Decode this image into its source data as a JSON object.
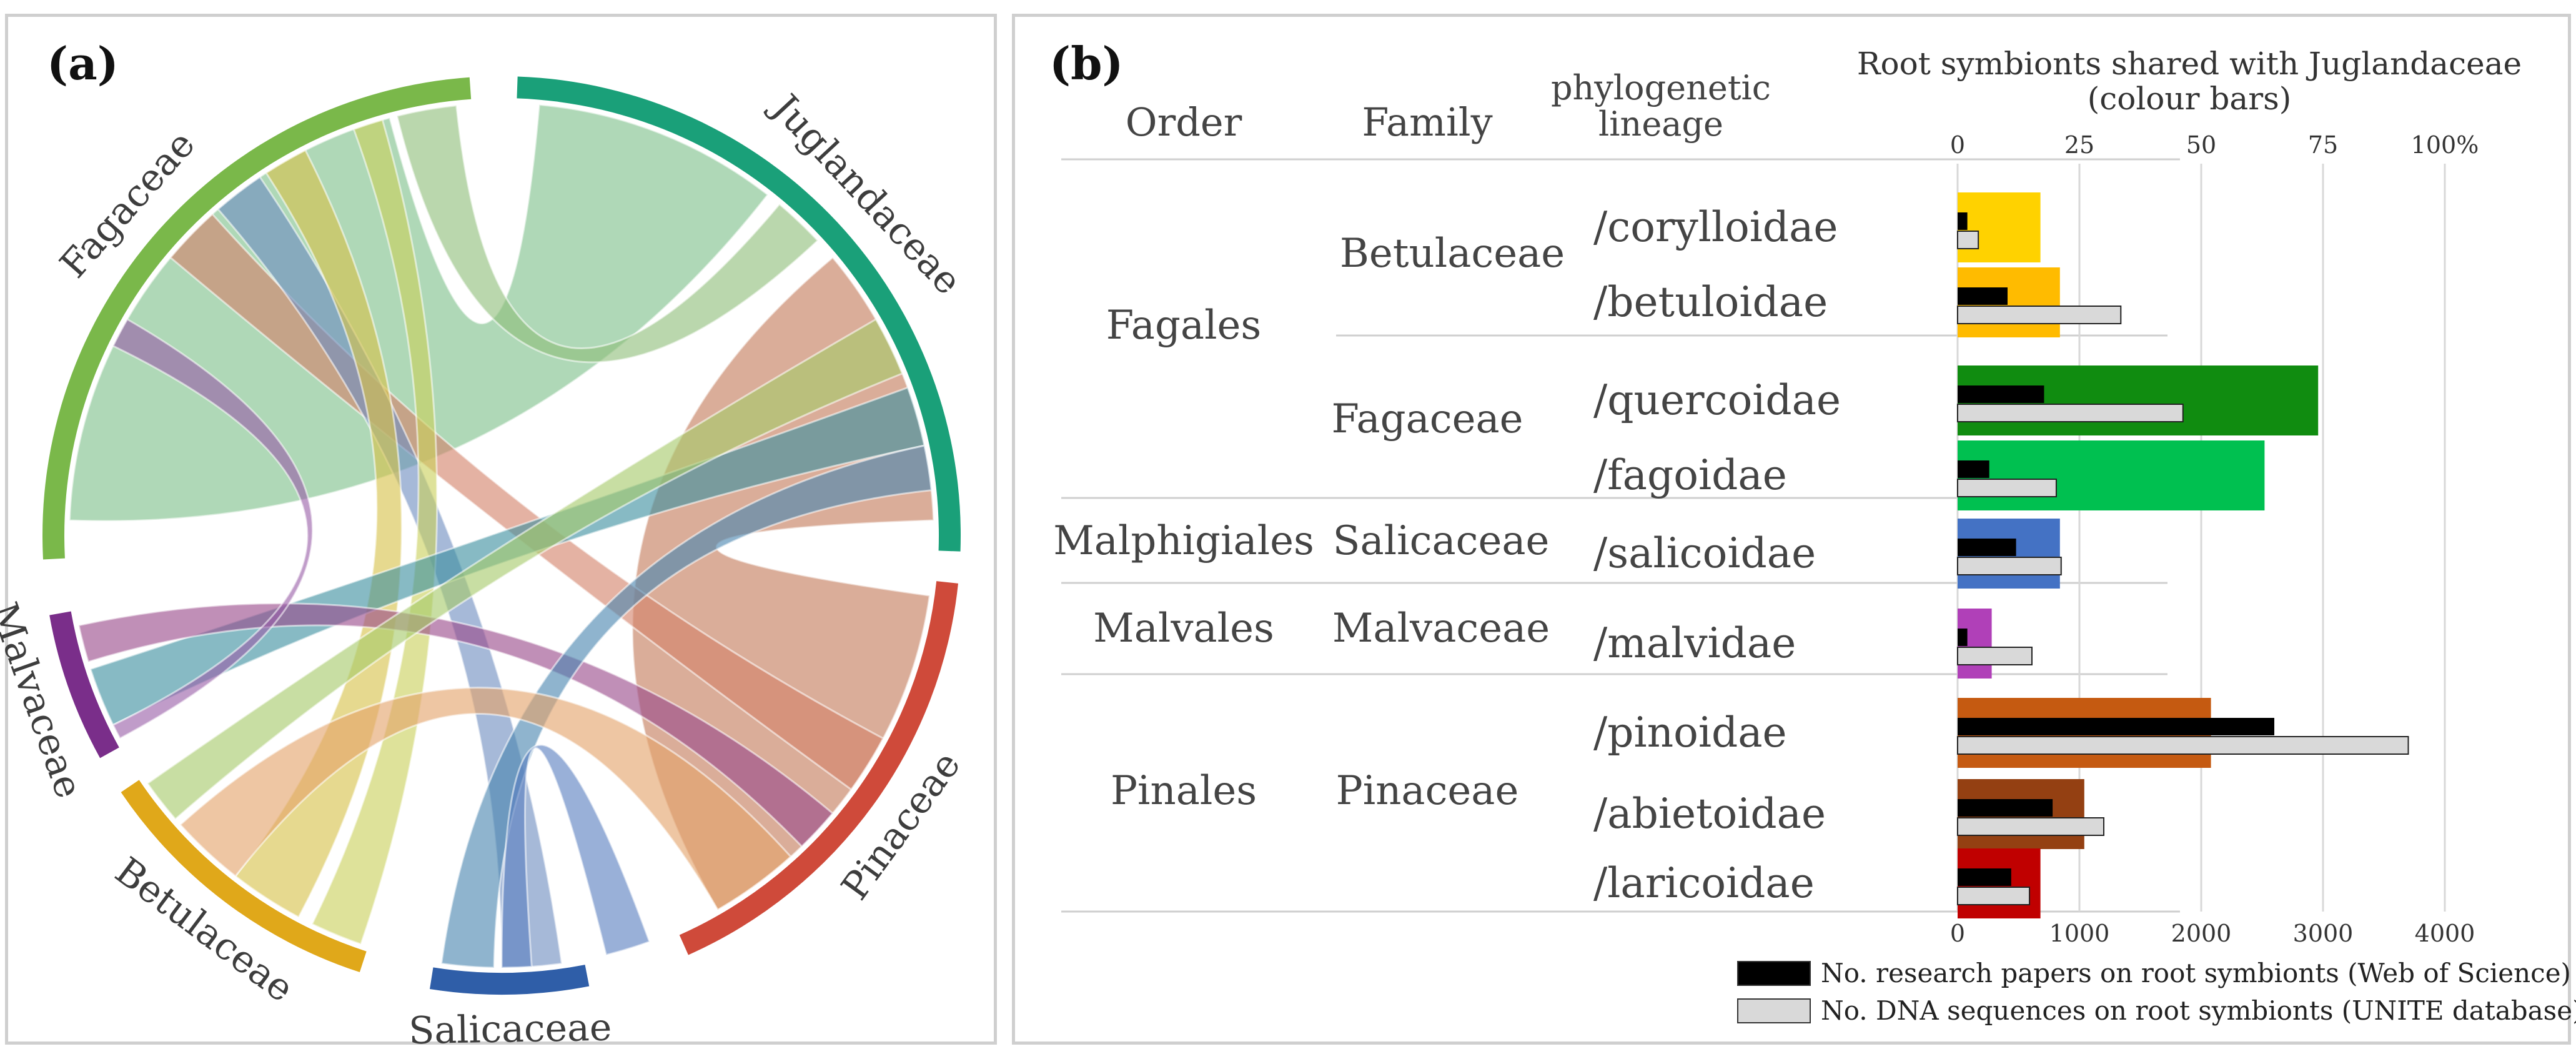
{
  "panel_a": {
    "label": "(a)",
    "chord": {
      "groups": [
        {
          "name": "Juglandaceae",
          "color": "#1aa079",
          "start": 2,
          "end": 92
        },
        {
          "name": "Pinaceae",
          "color": "#cf4a3a",
          "start": 96,
          "end": 156
        },
        {
          "name": "Salicaceae",
          "color": "#2f5ea8",
          "start": 169,
          "end": 189
        },
        {
          "name": "Betulaceae",
          "color": "#e0a81a",
          "start": 198,
          "end": 236
        },
        {
          "name": "Malvaceae",
          "color": "#7a2e8a",
          "start": 241,
          "end": 260
        },
        {
          "name": "Fagaceae",
          "color": "#7ab84a",
          "start": 267,
          "end": 356
        }
      ],
      "links": [
        {
          "a": [
            272,
            345
          ],
          "b": [
            5,
            38
          ],
          "color": "#7ec08a"
        },
        {
          "a": [
            346,
            354
          ],
          "b": [
            40,
            47
          ],
          "color": "#8fbf7a"
        },
        {
          "a": [
            98,
            150
          ],
          "b": [
            50,
            88
          ],
          "color": "#c47a5a"
        },
        {
          "a": [
            310,
            318
          ],
          "b": [
            118,
            126
          ],
          "color": "#d4836a"
        },
        {
          "a": [
            319,
            326
          ],
          "b": [
            172,
            180
          ],
          "color": "#6f8ec0"
        },
        {
          "a": [
            327,
            333
          ],
          "b": [
            208,
            218
          ],
          "color": "#d6c24a"
        },
        {
          "a": [
            340,
            344
          ],
          "b": [
            199,
            206
          ],
          "color": "#c9d15c"
        },
        {
          "a": [
            244,
            252
          ],
          "b": [
            70,
            78
          ],
          "color": "#3e8fa0"
        },
        {
          "a": [
            253,
            258
          ],
          "b": [
            130,
            136
          ],
          "color": "#9a4a8a"
        },
        {
          "a": [
            242,
            244
          ],
          "b": [
            296,
            300
          ],
          "color": "#9a5fa8"
        },
        {
          "a": [
            181,
            188
          ],
          "b": [
            78,
            84
          ],
          "color": "#4a86b0"
        },
        {
          "a": [
            160,
            166
          ],
          "b": [
            176,
            180
          ],
          "color": "#5a7fc0"
        },
        {
          "a": [
            218,
            228
          ],
          "b": [
            138,
            150
          ],
          "color": "#e3a36a"
        },
        {
          "a": [
            229,
            235
          ],
          "b": [
            60,
            68
          ],
          "color": "#a7c96a"
        }
      ]
    }
  },
  "panel_b": {
    "label": "(b)",
    "headers": {
      "order": "Order",
      "family": "Family",
      "lineage_line1": "phylogenetic",
      "lineage_line2": "lineage"
    },
    "orders": [
      {
        "name": "Fagales"
      },
      {
        "name": "Malphigiales"
      },
      {
        "name": "Malvales"
      },
      {
        "name": "Pinales"
      }
    ],
    "families": [
      {
        "name": "Betulaceae"
      },
      {
        "name": "Fagaceae"
      },
      {
        "name": "Salicaceae"
      },
      {
        "name": "Malvaceae"
      },
      {
        "name": "Pinaceae"
      }
    ],
    "legend": {
      "papers": "No. research papers on root symbionts (Web of Science)",
      "sequences": "No. DNA sequences on root symbionts (UNITE database)"
    }
  },
  "chart_data": {
    "type": "bar",
    "title_line1": "Root symbionts shared with Juglandaceae",
    "title_line2": "(colour bars)",
    "categories": [
      "/corylloidae",
      "/betuloidae",
      "/quercoidae",
      "/fagoidae",
      "/salicoidae",
      "/malvidae",
      "/pinoidae",
      "/abietoidae",
      "/laricoidae"
    ],
    "top_axis": {
      "ticks": [
        "0",
        "25",
        "50",
        "75",
        "100%"
      ],
      "range": [
        0,
        100
      ]
    },
    "bottom_axis": {
      "ticks": [
        "0",
        "1000",
        "2000",
        "3000",
        "4000"
      ],
      "range": [
        0,
        4000
      ]
    },
    "series": [
      {
        "name": "Root symbionts shared with Juglandaceae",
        "values": [
          17,
          21,
          74,
          63,
          21,
          7,
          52,
          26,
          17
        ],
        "colors": [
          "#ffd200",
          "#ffbb00",
          "#108c10",
          "#00c050",
          "#4472c4",
          "#b040b8",
          "#c55a11",
          "#944012",
          "#c00000"
        ]
      },
      {
        "name": "No. research papers on root symbionts (Web of Science)",
        "values": [
          80,
          410,
          710,
          260,
          480,
          80,
          2600,
          780,
          440
        ],
        "color": "#000000"
      },
      {
        "name": "No. DNA sequences on root symbionts (UNITE database)",
        "values": [
          170,
          1340,
          1850,
          810,
          850,
          610,
          3700,
          1200,
          590
        ],
        "color": "#d9d9d9"
      }
    ],
    "grid": true,
    "legend_position": "bottom-right"
  }
}
